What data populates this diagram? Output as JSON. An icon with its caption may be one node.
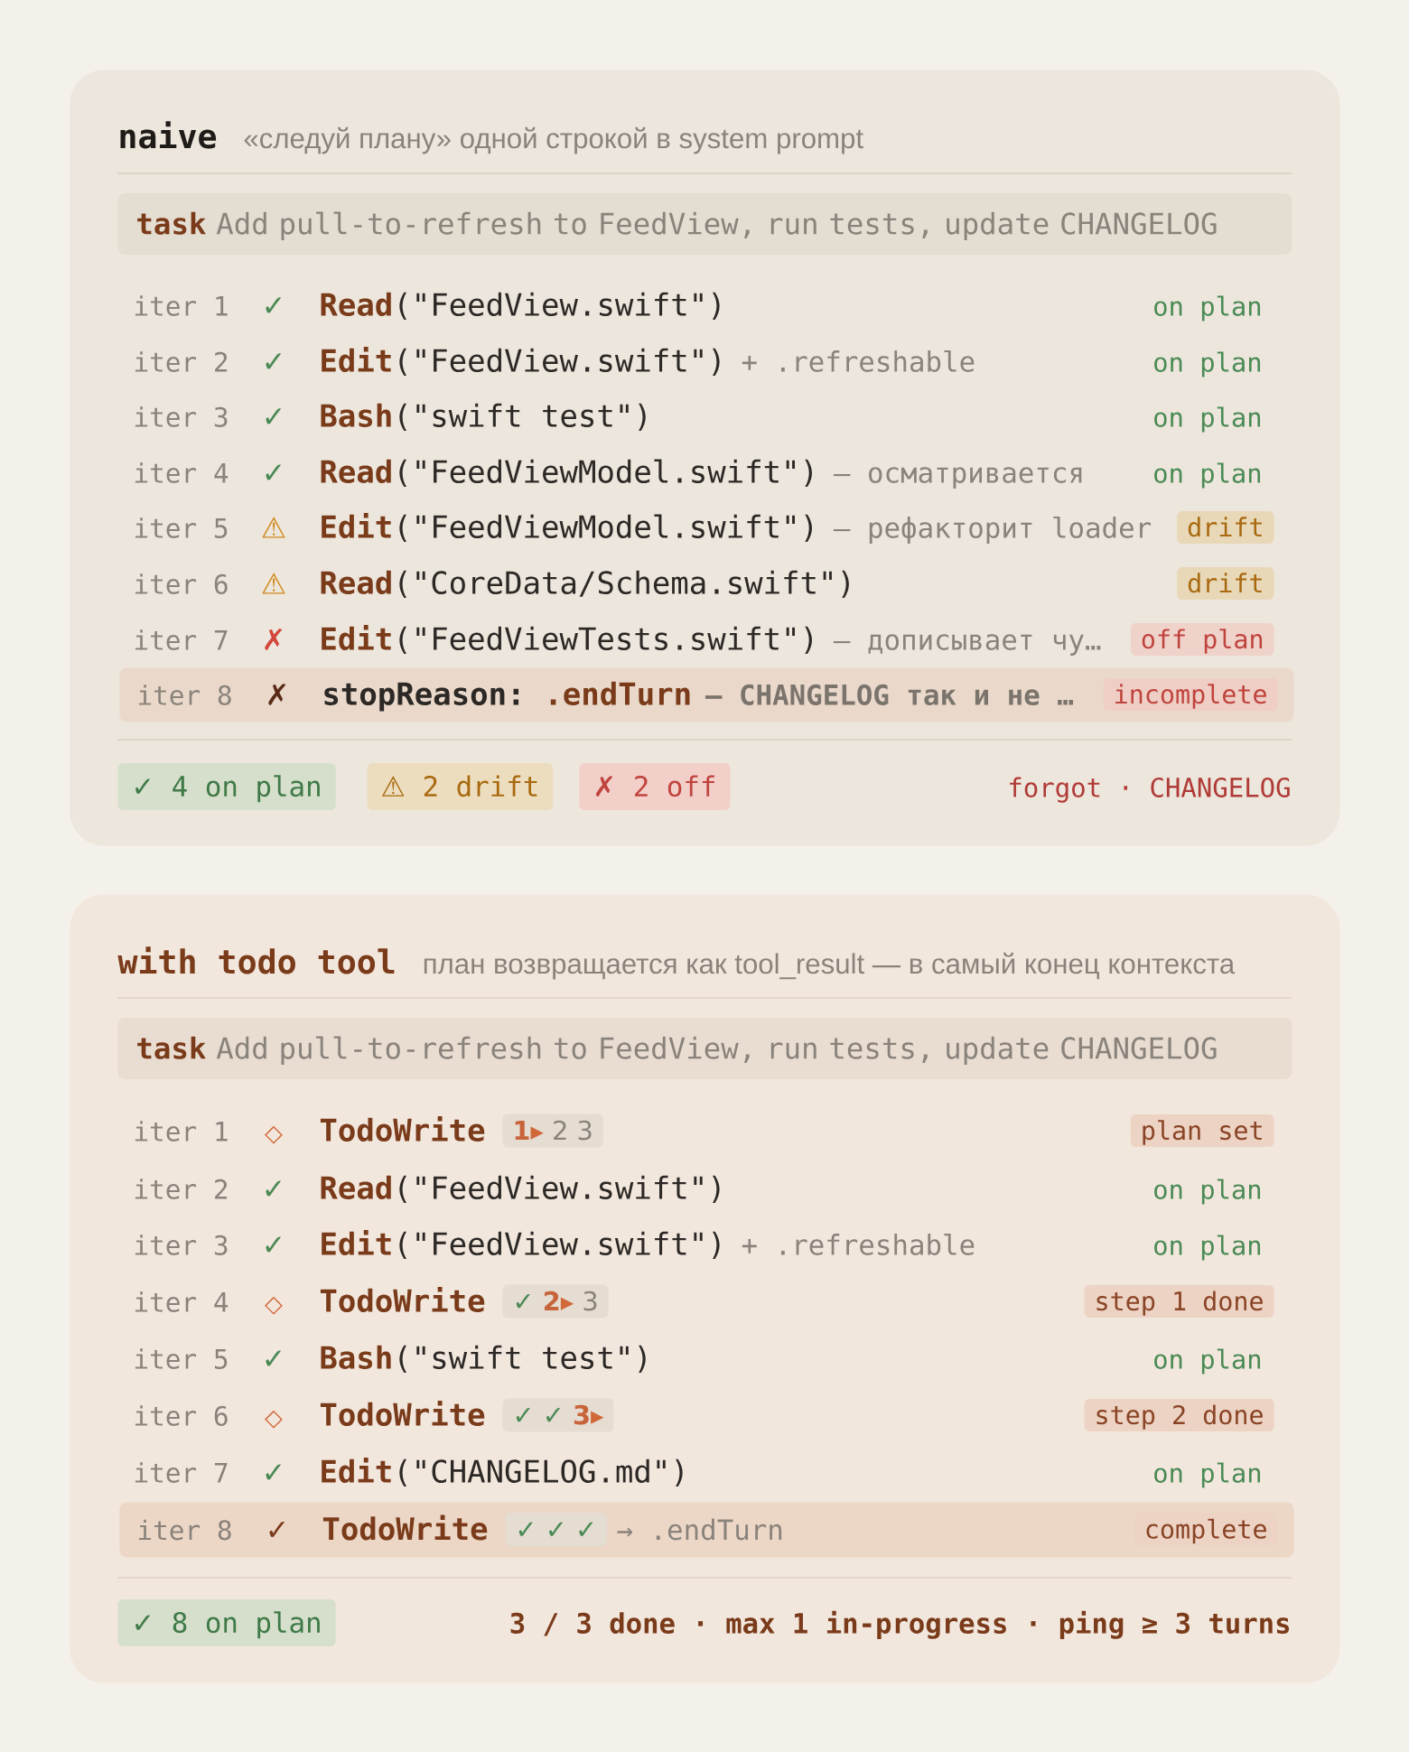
{
  "diagram": {
    "nodes": [
      {
        "text": [
          "naive",
          "«следуй плану» одной строкой в system prompt"
        ]
      },
      {
        "text": [
          "**task** Add pull-to-refresh to FeedView, run tests, update CHANGELOG"
        ],
        "in": 0
      },
      {
        "text": [
          "drift"
        ],
        "in": 0
      },
      {
        "text": [
          "drift"
        ],
        "in": 0
      },
      {
        "text": [
          "off plan"
        ],
        "in": 0
      },
      {
        "text": [
          "iter 8",
          "✗",
          "stopReason:",
          ".endTurn",
          "— CHANGELOG так и не …"
        ],
        "in": 0
      },
      {
        "text": [
          "incomplete"
        ],
        "in": 5
      },
      {
        "text": [
          "✓ 4 on plan"
        ],
        "in": 0
      },
      {
        "text": [
          "⚠ 2 drift"
        ],
        "in": 0
      },
      {
        "text": [
          "✗ 2 off"
        ],
        "in": 0
      },
      {
        "text": [
          "with todo tool",
          "план возвращается как tool_result — в самый конец контекста"
        ]
      },
      {
        "text": [
          "**task** Add pull-to-refresh to FeedView, run tests, update CHANGELOG"
        ],
        "in": 10
      },
      {
        "text": [
          "**1▸** 2 3"
        ],
        "in": 10
      },
      {
        "text": [
          "plan set"
        ],
        "in": 10
      },
      {
        "text": [
          "✓ **2▸** 3"
        ],
        "in": 10
      },
      {
        "text": [
          "step 1 done"
        ],
        "in": 10
      },
      {
        "text": [
          "✓ ✓ **3▸**"
        ],
        "in": 10
      },
      {
        "text": [
          "step 2 done"
        ],
        "in": 10
      },
      {
        "text": [
          "iter 8",
          "✓",
          "TodoWrite",
          "→ .endTurn"
        ],
        "in": 10
      },
      {
        "text": [
          "✓ ✓ ✓"
        ],
        "in": 18
      },
      {
        "text": [
          "complete"
        ],
        "in": 18
      },
      {
        "text": [
          "✓ 8 on plan"
        ],
        "in": 10
      }
    ],
    "labels": [
      "iter 1",
      "✓",
      "**Read**(\"FeedView.swift\")",
      "on plan",
      "iter 2",
      "✓",
      "**Edit**(\"FeedView.swift\")",
      "+ .refreshable",
      "on plan",
      "iter 3",
      "✓",
      "**Bash**(\"swift test\")",
      "on plan",
      "iter 4",
      "✓",
      "**Read**(\"FeedViewModel.swift\")",
      "— осматривается",
      "on plan",
      "iter 5",
      "⚠",
      "**Edit**(\"FeedViewModel.swift\")",
      "— рефакторит loader",
      "iter 6",
      "⚠",
      "**Read**(\"CoreData/Schema.swift\")",
      "iter 7",
      "✗",
      "**Edit**(\"FeedViewTests.swift\")",
      "— дописывает чу…",
      "forgot · CHANGELOG",
      "iter 1",
      "◇",
      "TodoWrite",
      "iter 2",
      "✓",
      "**Read**(\"FeedView.swift\")",
      "on plan",
      "iter 3",
      "✓",
      "**Edit**(\"FeedView.swift\")",
      "+ .refreshable",
      "on plan",
      "iter 4",
      "◇",
      "TodoWrite",
      "iter 5",
      "✓",
      "**Bash**(\"swift test\")",
      "on plan",
      "iter 6",
      "◇",
      "TodoWrite",
      "iter 7",
      "✓",
      "**Edit**(\"CHANGELOG.md\")",
      "on plan",
      "3 / 3 done · max 1 in-progress · ping ≥ 3 turns"
    ]
  }
}
